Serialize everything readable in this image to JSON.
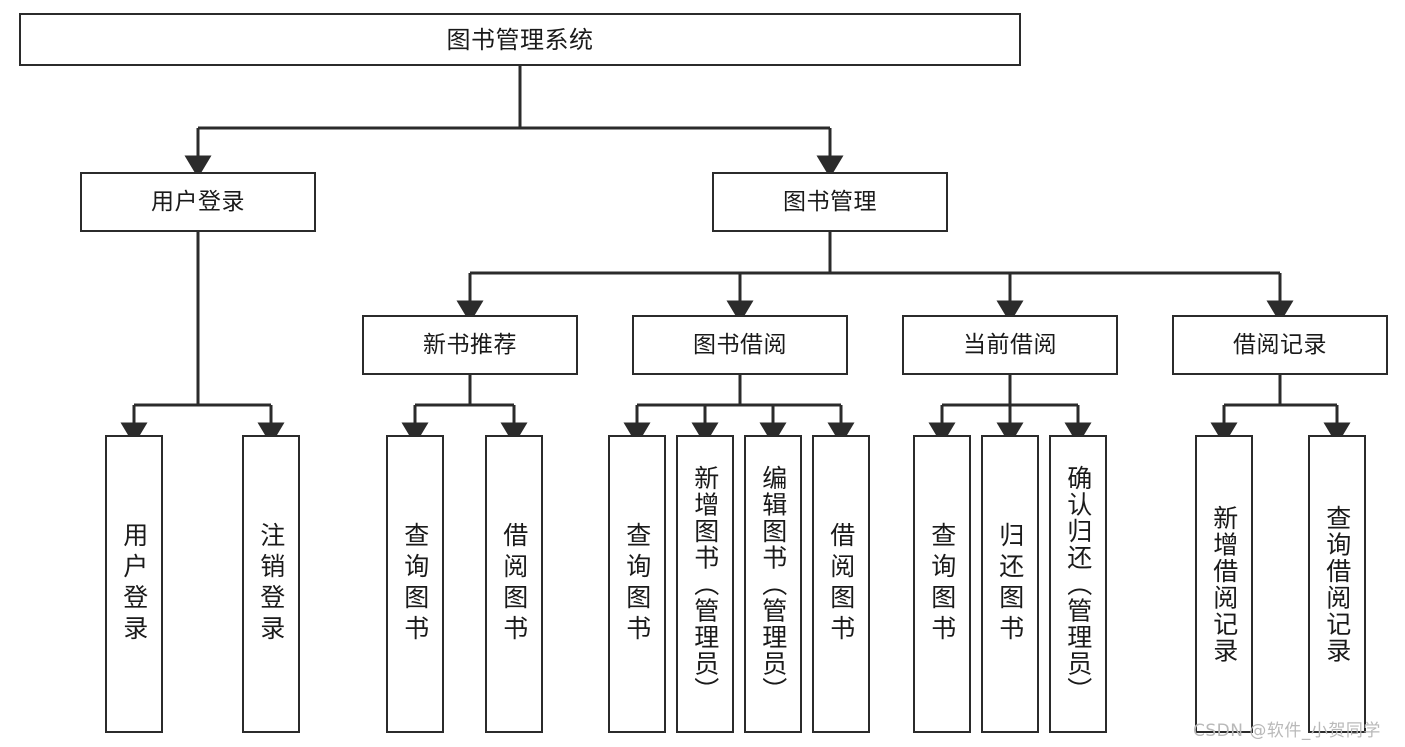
{
  "diagram": {
    "type": "tree",
    "title": "图书管理系统",
    "root": {
      "label": "图书管理系统"
    },
    "level2": [
      {
        "label": "用户登录"
      },
      {
        "label": "图书管理"
      }
    ],
    "level3": [
      {
        "label": "新书推荐"
      },
      {
        "label": "图书借阅"
      },
      {
        "label": "当前借阅"
      },
      {
        "label": "借阅记录"
      }
    ],
    "leaves": {
      "user_login": [
        "用户登录",
        "注销登录"
      ],
      "new_book_recommend": [
        "查询图书",
        "借阅图书"
      ],
      "book_borrow": [
        "查询图书",
        "新增图书（管理员）",
        "编辑图书（管理员）",
        "借阅图书"
      ],
      "current_borrow": [
        "查询图书",
        "归还图书",
        "确认归还（管理员）"
      ],
      "borrow_record": [
        "新增借阅记录",
        "查询借阅记录"
      ]
    }
  },
  "watermark": {
    "text": "CSDN @软件_小贺同学"
  },
  "colors": {
    "stroke": "#2b2b2b",
    "fill": "#ffffff",
    "text": "#1a1a1a",
    "watermark": "#b9b9b9"
  }
}
